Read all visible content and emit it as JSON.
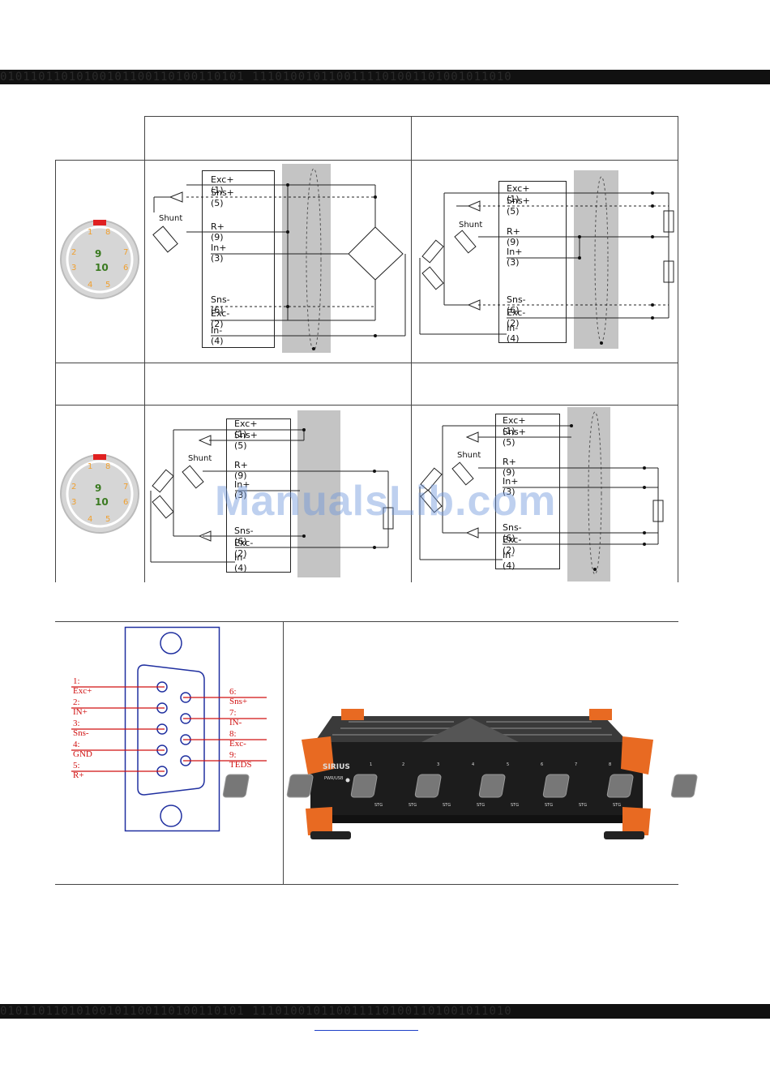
{
  "header_band": {
    "text": "01011011010100101100110100110101 1110100101100111101001101001011010"
  },
  "footer_band": {
    "text": "01011011010100101100110100110101 1110100101100111101001101001011010"
  },
  "watermark": "ManualsLib.com",
  "connector_pins": {
    "outer": [
      "1",
      "2",
      "3",
      "4",
      "5",
      "6",
      "7",
      "8"
    ],
    "center_top": "9",
    "center_bottom": "10"
  },
  "diagrams": {
    "a": {
      "exc_p": "Exc+(1)",
      "sns_p": "Sns+(5)",
      "shunt": "Shunt",
      "r_p": "R+(9)",
      "in_p": "In+(3)",
      "sns_n": "Sns-(6)",
      "exc_n": "Exc-(2)",
      "in_n": "In-(4)"
    },
    "b": {
      "exc_p": "Exc+(1)",
      "sns_p": "Sns+(5)",
      "shunt": "Shunt",
      "r_p": "R+(9)",
      "in_p": "In+(3)",
      "sns_n": "Sns-(6)",
      "exc_n": "Exc-(2)",
      "in_n": "In-(4)"
    },
    "c": {
      "exc_p": "Exc+(1)",
      "sns_p": "Sns+(5)",
      "shunt": "Shunt",
      "r_p": "R+(9)",
      "in_p": "In+(3)",
      "sns_n": "Sns-(6)",
      "exc_n": "Exc-(2)",
      "in_n": "In-(4)"
    },
    "d": {
      "exc_p": "Exc+(1)",
      "sns_p": "Sns+(5)",
      "shunt": "Shunt",
      "r_p": "R+(9)",
      "in_p": "In+(3)",
      "sns_n": "Sns-(6)",
      "exc_n": "Exc-(2)",
      "in_n": "In-(4)"
    }
  },
  "dsub": {
    "left": [
      "1: Exc+",
      "2: IN+",
      "3: Sns-",
      "4: GND",
      "5: R+"
    ],
    "right": [
      "6: Sns+",
      "7: IN-",
      "8: Exc-",
      "9: TEDS"
    ]
  },
  "device": {
    "brand": "SIRIUS",
    "power_label": "PWR/USB",
    "channels": [
      "1",
      "2",
      "3",
      "4",
      "5",
      "6",
      "7",
      "8"
    ],
    "port_label": "STG"
  },
  "colors": {
    "pin_orange": "#f0a030",
    "pin_green": "#3a7a20",
    "dsub_line": "#d01010",
    "dsub_frame": "#2030a0",
    "shield_gray": "#c4c4c4",
    "device_orange": "#e86a22"
  }
}
